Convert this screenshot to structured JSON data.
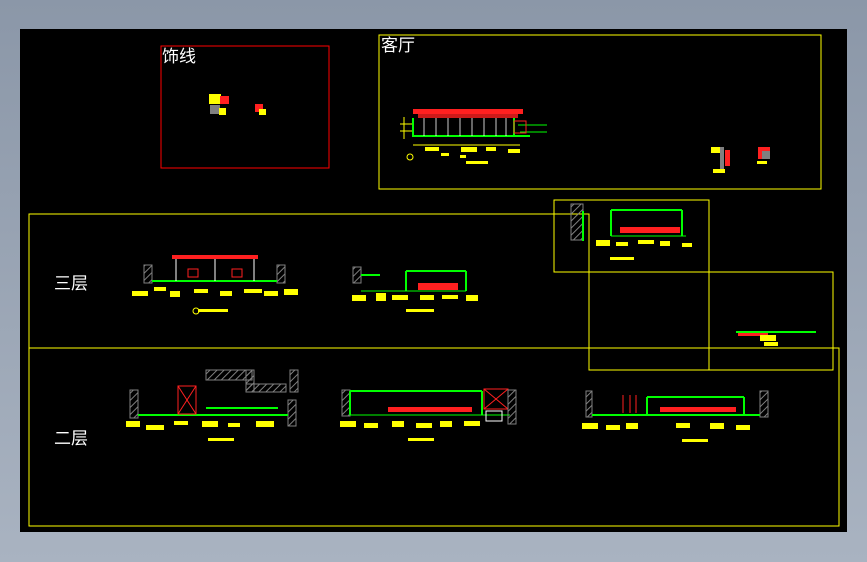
{
  "colors": {
    "background": "#000000",
    "frame_yellow": "#ffff00",
    "frame_red": "#ff0000",
    "wall_green": "#00ff00",
    "detail_red": "#ff2020",
    "hatch_gray": "#808080",
    "dim_cyan": "#00ffff",
    "text_white": "#ffffff"
  },
  "regions": {
    "molding": {
      "label": "饰线"
    },
    "living_room": {
      "label": "客厅"
    },
    "third_floor": {
      "label": "三层"
    },
    "second_floor": {
      "label": "二层"
    }
  }
}
